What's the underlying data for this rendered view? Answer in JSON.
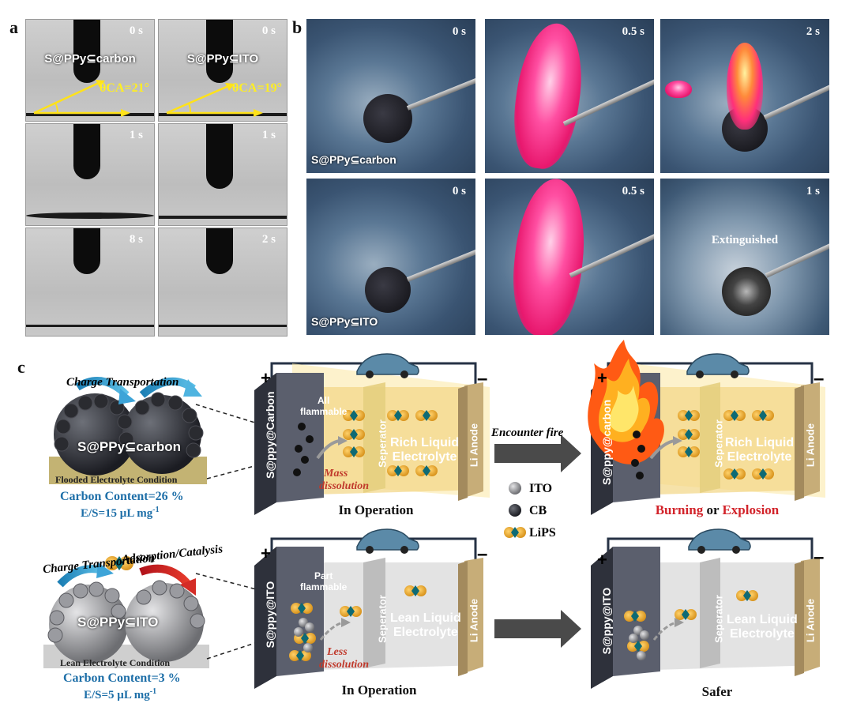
{
  "panel_labels": {
    "a": "a",
    "b": "b",
    "c": "c"
  },
  "panel_a": {
    "samples": [
      "S@PPy⊆carbon",
      "S@PPy⊆ITO"
    ],
    "col1_times": [
      "0 s",
      "1 s",
      "8 s"
    ],
    "col2_times": [
      "0 s",
      "1 s",
      "2 s"
    ],
    "angle1": "θCA=21°",
    "angle2": "θCA=19°"
  },
  "panel_b": {
    "row1_sample": "S@PPy⊆carbon",
    "row2_sample": "S@PPy⊆ITO",
    "row1_times": [
      "0 s",
      "0.5 s",
      "2 s"
    ],
    "row2_times": [
      "0 s",
      "0.5 s",
      "1 s"
    ],
    "extinguished": "Extinguished"
  },
  "panel_c": {
    "top_left": {
      "charge": "Charge Transportation",
      "particle": "S@PPy⊆carbon",
      "condition": "Flooded Electrolyte Condition",
      "carbon": "Carbon Content=26 %",
      "es": "E/S=15 μL mg",
      "es_sup": "-1"
    },
    "bottom_left": {
      "charge": "Charge Transportation",
      "adsorption": "Adsorption/Catalysis",
      "particle": "S@PPy⊆ITO",
      "condition": "Lean Electrolyte Condition",
      "carbon": "Carbon Content=3 %",
      "es": "E/S=5 μL mg",
      "es_sup": "-1"
    },
    "cell_top_op": {
      "plus": "+",
      "minus": "–",
      "cathode": "S@ppy@Carbon",
      "flam1": "All",
      "flam2": "flammable",
      "separator": "Seperator",
      "elec1": "Rich Liquid",
      "elec2": "Electrolyte",
      "anode": "Li Anode",
      "diss1": "Mass",
      "diss2": "dissolution",
      "caption": "In Operation"
    },
    "cell_top_fire": {
      "plus": "+",
      "minus": "–",
      "cathode": "S@ppy@carbon",
      "separator": "Seperator",
      "elec1": "Rich Liquid",
      "elec2": "Electrolyte",
      "anode": "Li Anode",
      "cap1": "Burning",
      "cap2": " or ",
      "cap3": "Explosion"
    },
    "cell_bot_op": {
      "plus": "+",
      "minus": "–",
      "cathode": "S@ppy@ITO",
      "flam1": "Part",
      "flam2": "flammable",
      "separator": "Seperator",
      "elec1": "Lean Liquid",
      "elec2": "Electrolyte",
      "anode": "Li Anode",
      "diss1": "Less",
      "diss2": "dissolution",
      "caption": "In Operation"
    },
    "cell_bot_fire": {
      "plus": "+",
      "minus": "–",
      "cathode": "S@ppy@ITO",
      "separator": "Seperator",
      "elec1": "Lean Liquid",
      "elec2": "Electrolyte",
      "anode": "Li Anode",
      "caption": "Safer"
    },
    "arrow_text": "Encounter  fire",
    "legend": [
      "ITO",
      "CB",
      "LiPS"
    ]
  }
}
